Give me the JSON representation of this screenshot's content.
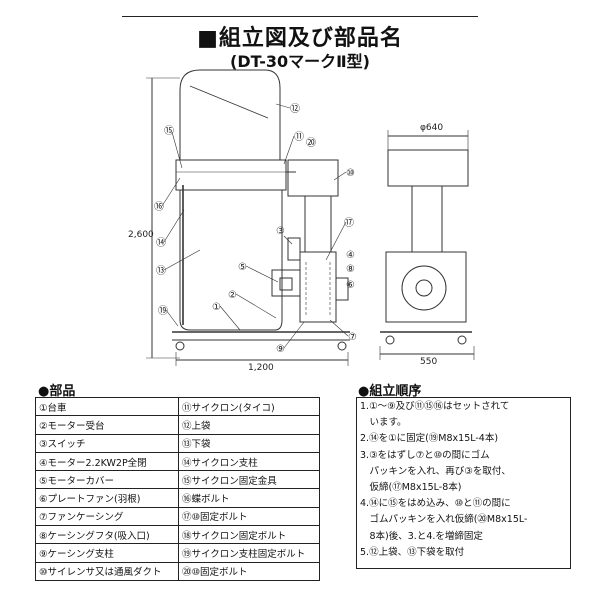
{
  "header": {
    "title": "■組立図及び部品名",
    "subtitle": "(DT-30マークⅡ型)"
  },
  "drawing": {
    "dim_height": "2,600",
    "dim_width_front": "1,200",
    "dim_diameter": "φ640",
    "dim_width_side": "550",
    "callouts": [
      "①",
      "②",
      "③",
      "④",
      "⑤",
      "⑥",
      "⑦",
      "⑧",
      "⑨",
      "⑩",
      "⑪",
      "⑫",
      "⑬",
      "⑭",
      "⑮",
      "⑯",
      "⑰",
      "⑲",
      "⑳"
    ]
  },
  "parts": {
    "title": "●部品",
    "rows": [
      [
        "①台車",
        "⑪サイクロン(タイコ)"
      ],
      [
        "②モーター受台",
        "⑫上袋"
      ],
      [
        "③スイッチ",
        "⑬下袋"
      ],
      [
        "④モーター2.2KW2P全閉",
        "⑭サイクロン支柱"
      ],
      [
        "⑤モーターカバー",
        "⑮サイクロン固定金具"
      ],
      [
        "⑥プレートファン(羽根)",
        "⑯蝶ボルト"
      ],
      [
        "⑦ファンケーシング",
        "⑰⑩固定ボルト"
      ],
      [
        "⑧ケーシングフタ(吸入口)",
        "⑱サイクロン固定ボルト"
      ],
      [
        "⑨ケーシング支柱",
        "⑲サイクロン支柱固定ボルト"
      ],
      [
        "⑩サイレンサ又は通風ダクト",
        "⑳⑩固定ボルト"
      ]
    ]
  },
  "assembly": {
    "title": "●組立順序",
    "lines": [
      "1.①～⑨及び⑪⑮⑯はセットされて",
      "　います。",
      "2.⑭を①に固定(⑲M8x15L-4本)",
      "3.③をはずし⑦と⑩の間にゴム",
      "　パッキンを入れ、再び③を取付、",
      "　仮締(⑰M8x15L-8本)",
      "4.⑭に⑮をはめ込み、⑩と⑪の間に",
      "　ゴムパッキンを入れ仮締(⑳M8x15L-",
      "　8本)後、3.と4.を増締固定",
      "5.⑫上袋、⑬下袋を取付"
    ]
  }
}
